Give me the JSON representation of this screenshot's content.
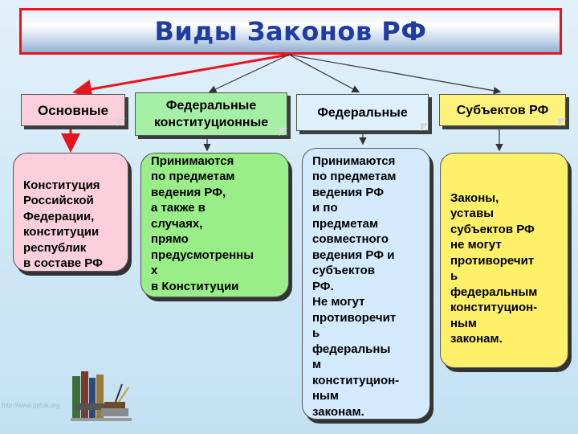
{
  "title": "Виды Законов РФ",
  "categories": [
    {
      "label": "Основные",
      "color": "#fbd0dc"
    },
    {
      "label": "Федеральные\nконституционные",
      "color": "#a6f0a6"
    },
    {
      "label": "Федеральные",
      "color": "#dff0ff"
    },
    {
      "label": "Субъектов РФ",
      "color": "#fff27a"
    }
  ],
  "descriptions": [
    {
      "text": "Конституция\nРоссийской\nФедерации,\nконституции\nреспублик\nв составе РФ",
      "color": "#fbd0dc"
    },
    {
      "text": "Принимаются\nпо предметам\nведения РФ,\nа также в\nслучаях,\nпрямо\nпредусмотренны\nх\nв Конституции\nРФ",
      "color": "#99ee88"
    },
    {
      "text": "Принимаются\nпо предметам\nведения РФ\nи по\nпредметам\nсовместного\nведения РФ и\nсубъектов\nРФ.\nНе могут\nпротиворечит\nь\nфедеральны\nм\nконституцион-\nным\nзаконам.",
      "color": "#d4eafe"
    },
    {
      "text": "Законы,\nуставы\nсубъектов РФ\nне могут\nпротиворечит\nь\nфедеральным\nконституцион-\nным\n законам.",
      "color": "#fff06a"
    }
  ],
  "watermark": "http://www.pptuk.org"
}
